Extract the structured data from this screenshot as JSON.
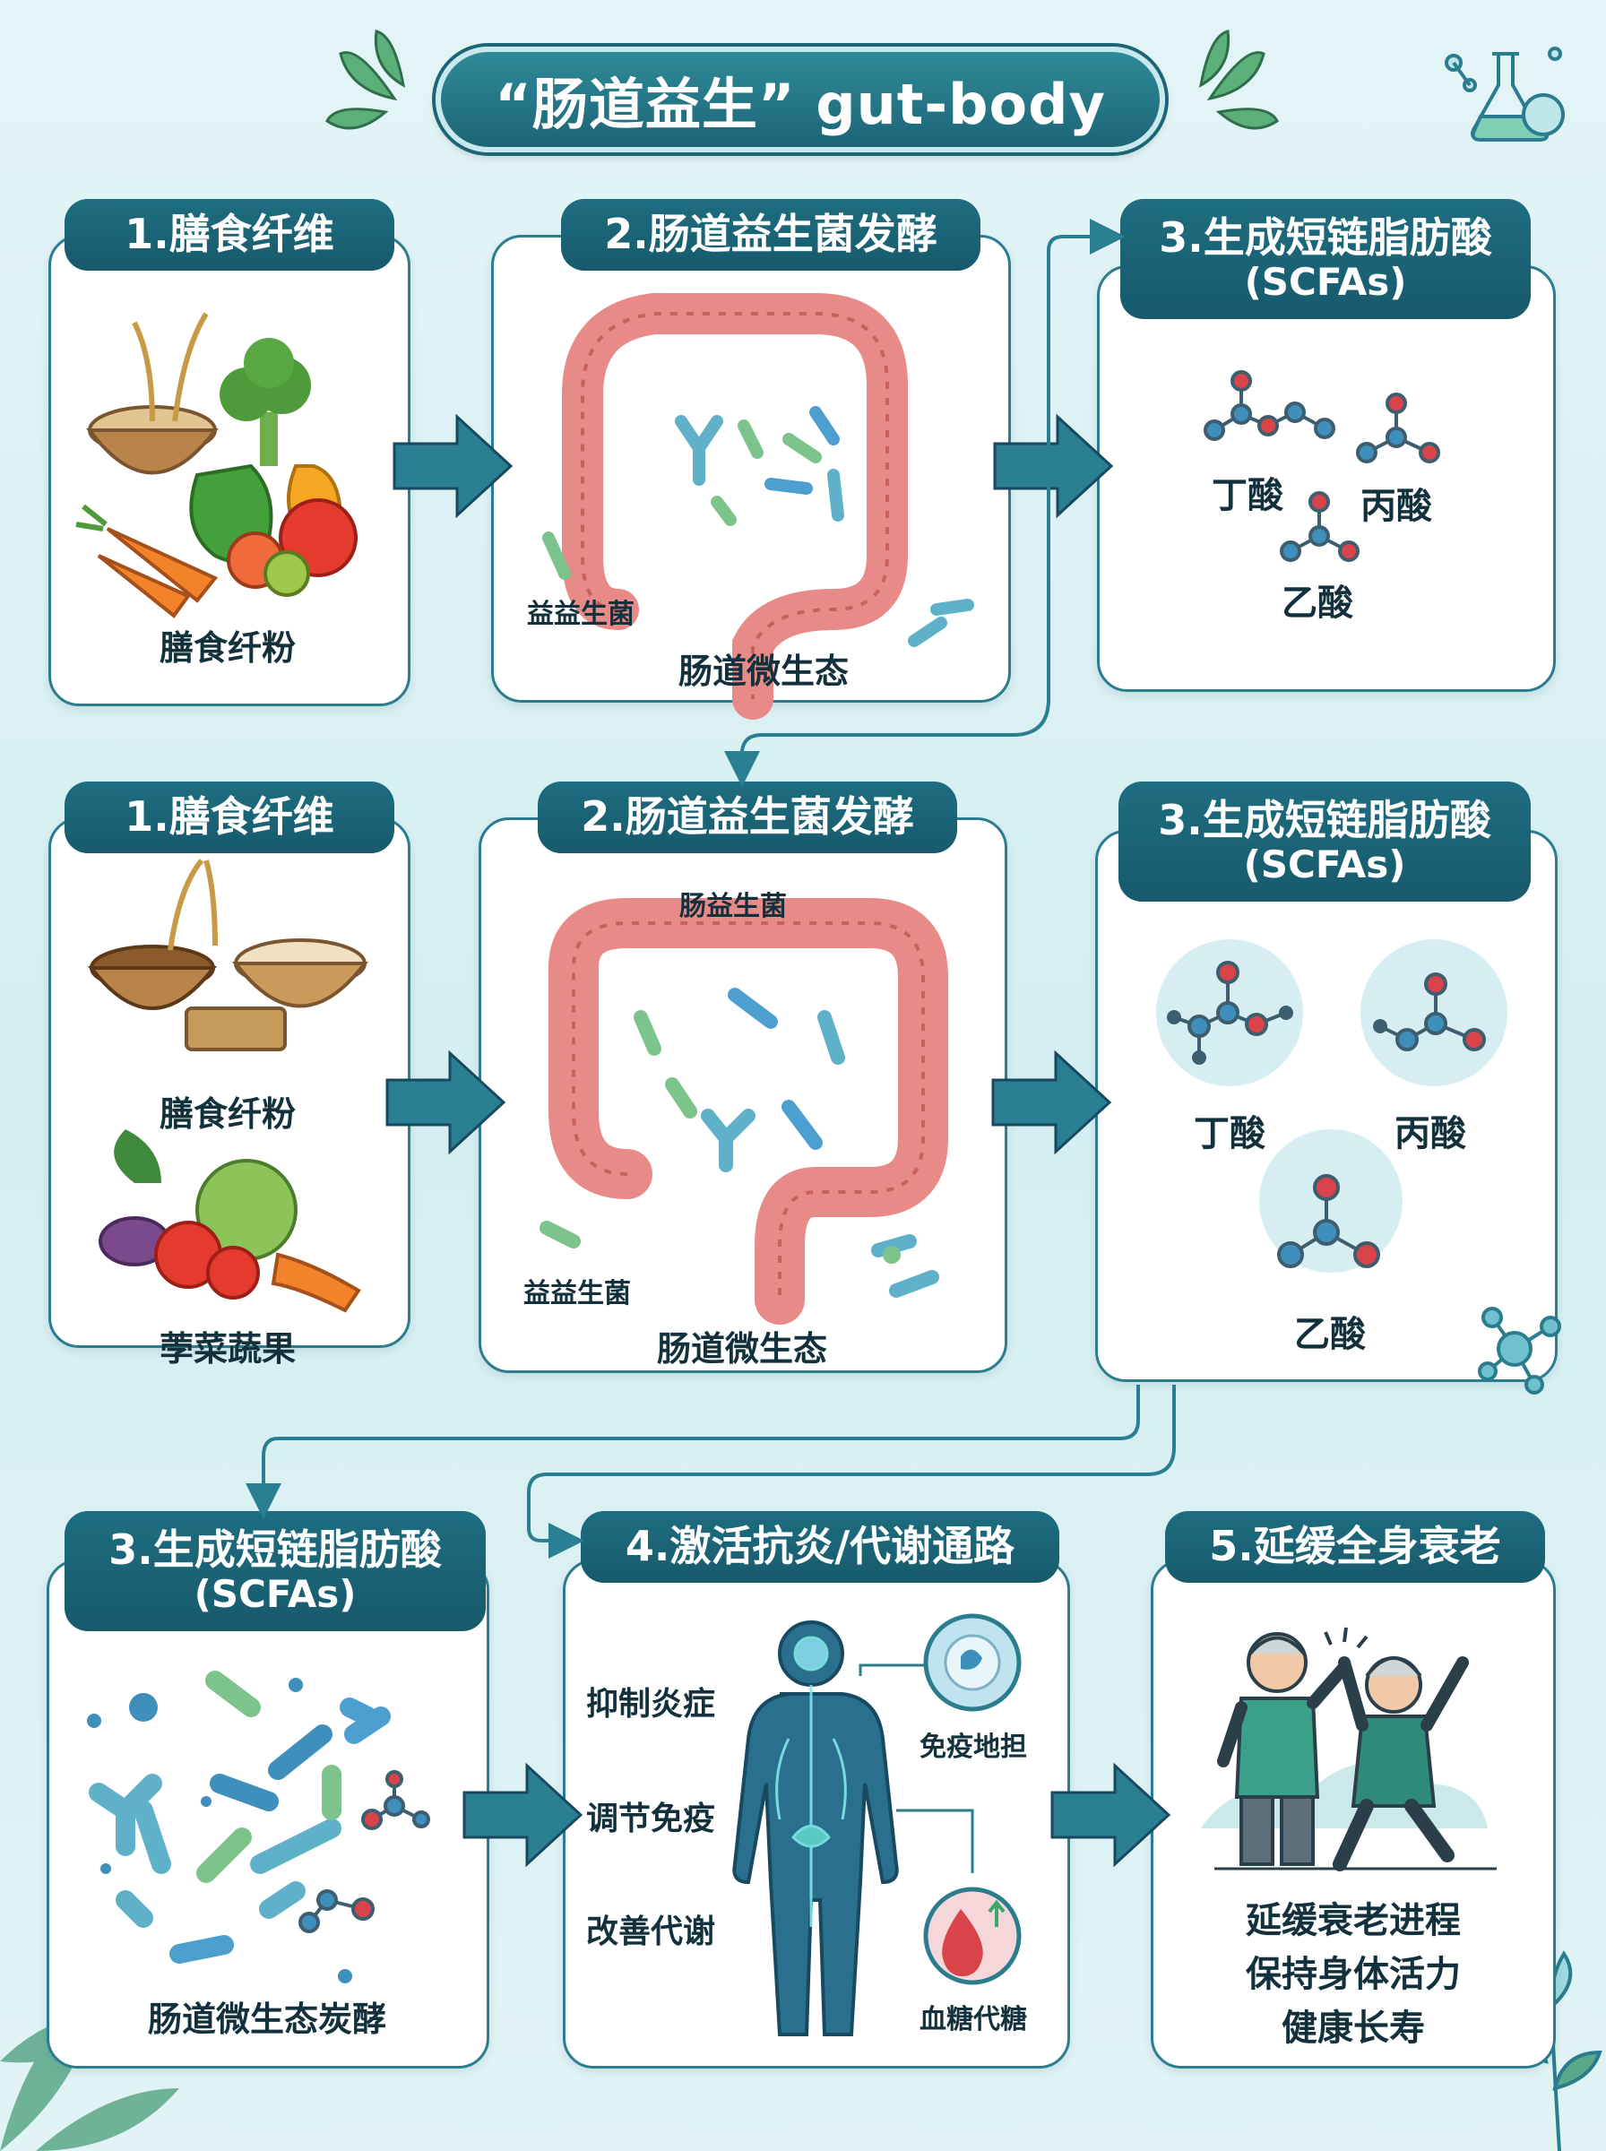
{
  "title": "“肠道益生” gut-body",
  "row1": {
    "card1": {
      "header": "1.膳食纤维",
      "caption": "膳食纤粉"
    },
    "card2": {
      "header": "2.肠道益生菌发酵",
      "bacteria_label": "益益生菌",
      "caption": "肠道微生态"
    },
    "card3": {
      "header": "3.生成短链脂肪酸",
      "header_sub": "(SCFAs)",
      "butyrate": "丁酸",
      "propionate": "丙酸",
      "acetate": "乙酸"
    }
  },
  "row2": {
    "card1": {
      "header": "1.膳食纤维",
      "caption_grains": "膳食纤粉",
      "caption_veg": "荸菜蔬果"
    },
    "card2": {
      "header": "2.肠道益生菌发酵",
      "top_label": "肠益生菌",
      "bacteria_label": "益益生菌",
      "caption": "肠道微生态"
    },
    "card3": {
      "header": "3.生成短链脂肪酸",
      "header_sub": "(SCFAs)",
      "butyrate": "丁酸",
      "propionate": "丙酸",
      "acetate": "乙酸"
    }
  },
  "row3": {
    "card1": {
      "header": "3.生成短链脂肪酸",
      "header_sub": "(SCFAs)",
      "caption": "肠道微生态炭酵"
    },
    "card2": {
      "header": "4.激活抗炎/代谢通路",
      "label_inflammation": "抑制炎症",
      "label_immune": "调节免疫",
      "label_metabolism": "改善代谢",
      "label_immune_icon": "免疫地担",
      "label_glucose_icon": "血糖代糖"
    },
    "card3": {
      "header": "5.延缓全身衰老",
      "line1": "延缓衰老进程",
      "line2": "保持身体活力",
      "line3": "健康长寿"
    }
  },
  "colors": {
    "accent": "#1e6d80",
    "arrow": "#2b7f92",
    "border": "#2a7c8e",
    "oxygen": "#d9434a",
    "carbon": "#3f8fbd"
  },
  "icons": [
    "leaf-icon",
    "lab-flask-icon",
    "molecule-icon",
    "flower-icon",
    "arrow-right-icon"
  ]
}
